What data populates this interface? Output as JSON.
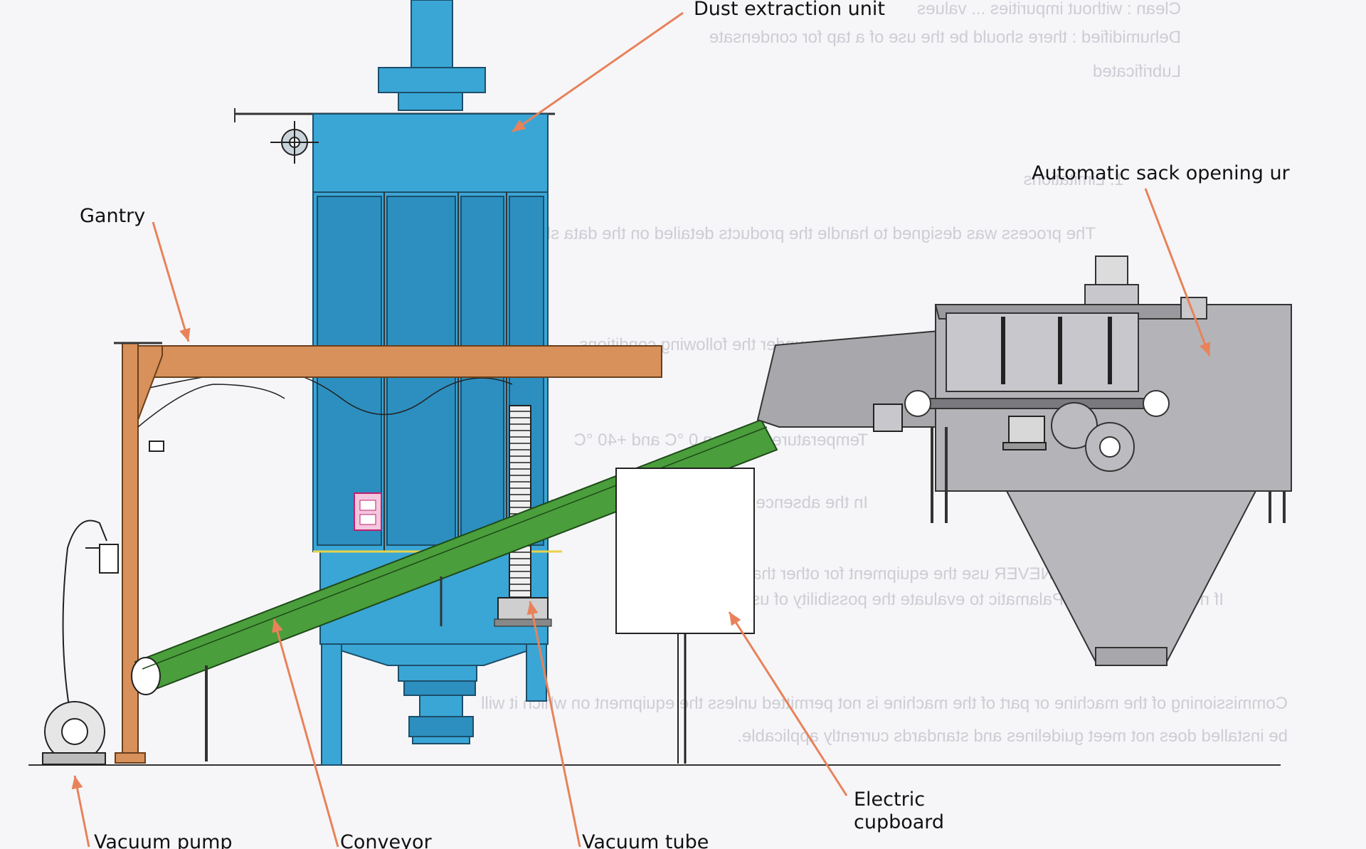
{
  "labels": {
    "dust_extraction_unit": "Dust extraction unit",
    "automatic_sack_opening_unit": "Automatic sack opening ur",
    "gantry": "Gantry",
    "electric_cupboard": "Electric cupboard",
    "vacuum_pump": "Vacuum pump",
    "conveyor": "Conveyor",
    "vacuum_tube": "Vacuum tube"
  },
  "colors": {
    "paper": "#f6f6f8",
    "dust_unit_blue": "#3aa6d6",
    "dust_unit_blue_dark": "#2c8fbf",
    "gantry_orange": "#d8915a",
    "conveyor_green": "#4a9e3c",
    "machine_grey": "#a8a8ac",
    "leader_arrow": "#e8825a",
    "line_dark": "#2a2a2a"
  },
  "icons": [
    "fan-icon",
    "motor-icon",
    "inspection-door-icon",
    "vacuum-pump-icon"
  ]
}
